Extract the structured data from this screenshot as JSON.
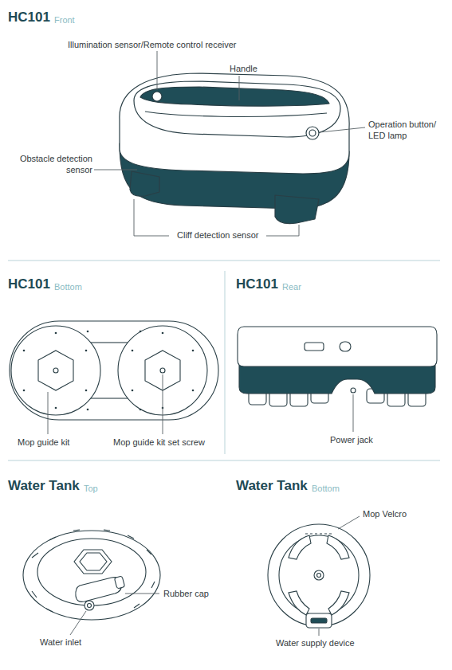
{
  "diagram": {
    "labels": [
      "HC101",
      "Front",
      "Illumination sensor/Remote control receiver",
      "Handle",
      "Operation button/ LED lamp",
      "Obstacle detection sensor",
      "Cliff detection sensor",
      "HC101",
      "Bottom",
      "Mop guide kit",
      "Mop guide kit set screw",
      "HC101",
      "Rear",
      "Power jack",
      "Water Tank",
      "Top",
      "Rubber cap",
      "Water inlet",
      "Water Tank",
      "Bottom",
      "Mop Velcro",
      "Water supply device"
    ]
  }
}
